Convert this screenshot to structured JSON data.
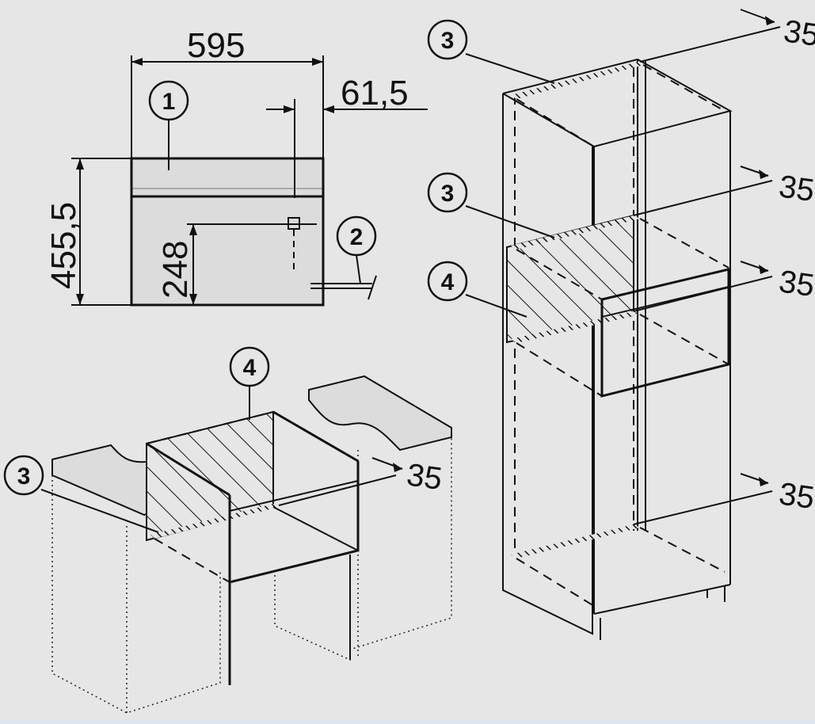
{
  "colors": {
    "background": "#e6e6e6",
    "line": "#111111",
    "surface": "#dcdcdc"
  },
  "dimensions": {
    "width": "595",
    "panel_offset": "61,5",
    "height": "455,5",
    "connection_height": "248",
    "gap_top_cabinet_1": "35",
    "gap_top_cabinet_2": "35",
    "gap_top_cabinet_3": "35",
    "gap_top_cabinet_4": "35",
    "gap_base_unit": "35"
  },
  "callouts": {
    "front_panel": "1",
    "cable": "2",
    "tall_top": "3",
    "tall_shelf": "3",
    "tall_vent": "4",
    "base_vent": "4",
    "base_strip": "3"
  }
}
